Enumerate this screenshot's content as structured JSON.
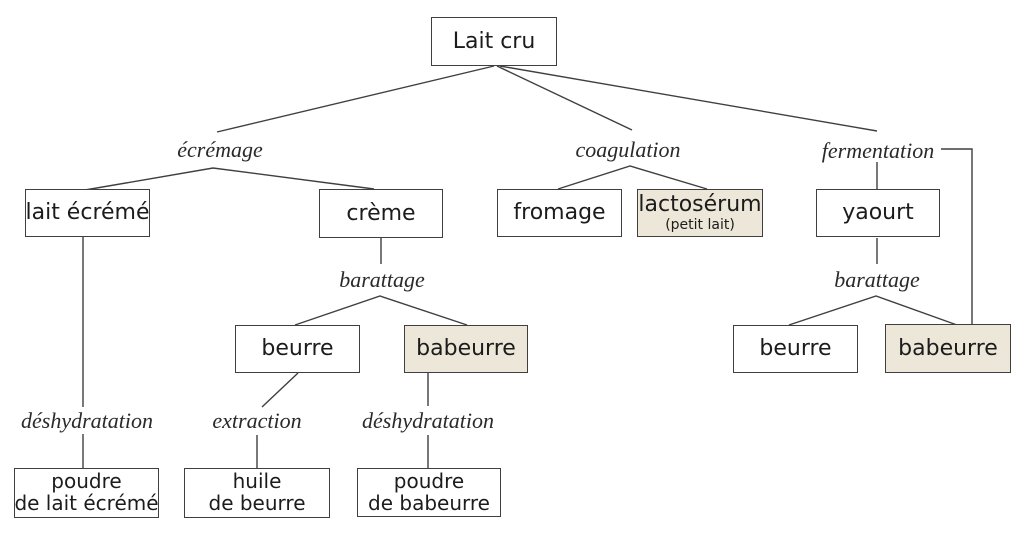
{
  "root": {
    "label": "Lait cru"
  },
  "processes": {
    "ecremage": {
      "label": "écrémage"
    },
    "coagulation": {
      "label": "coagulation"
    },
    "fermentation": {
      "label": "fermentation"
    },
    "barattage_creme": {
      "label": "barattage"
    },
    "barattage_yaourt": {
      "label": "barattage"
    },
    "deshydratation_lait": {
      "label": "déshydratation"
    },
    "extraction": {
      "label": "extraction"
    },
    "deshydratation_babeurre": {
      "label": "déshydratation"
    }
  },
  "products": {
    "lait_ecreme": {
      "label": "lait écrémé",
      "highlighted": false
    },
    "creme": {
      "label": "crème",
      "highlighted": false
    },
    "fromage": {
      "label": "fromage",
      "highlighted": false
    },
    "lactoserum": {
      "label": "lactosérum",
      "sublabel": "(petit lait)",
      "highlighted": true
    },
    "yaourt": {
      "label": "yaourt",
      "highlighted": false
    },
    "beurre_creme": {
      "label": "beurre",
      "highlighted": false
    },
    "babeurre_creme": {
      "label": "babeurre",
      "highlighted": true
    },
    "beurre_yaourt": {
      "label": "beurre",
      "highlighted": false
    },
    "babeurre_yaourt": {
      "label": "babeurre",
      "highlighted": true
    },
    "poudre_lait_ecreme": {
      "line1": "poudre",
      "line2": "de lait écrémé",
      "highlighted": false
    },
    "huile_de_beurre": {
      "line1": "huile",
      "line2": "de beurre",
      "highlighted": false
    },
    "poudre_babeurre": {
      "line1": "poudre",
      "line2": "de babeurre",
      "highlighted": false
    }
  },
  "colors": {
    "background": "#ffffff",
    "box_border": "#3f3f3f",
    "highlight_fill": "#ece7d8",
    "connector_line": "#3f3f3f",
    "text": "#1c1c1c"
  }
}
